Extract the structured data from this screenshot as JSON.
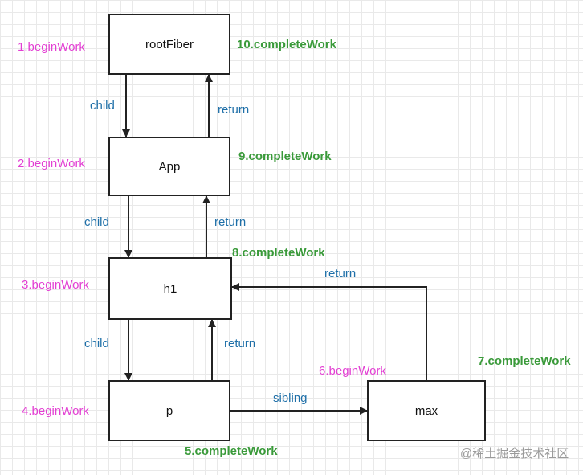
{
  "nodes": {
    "rootFiber": "rootFiber",
    "app": "App",
    "h1": "h1",
    "p": "p",
    "max": "max"
  },
  "begin_work": {
    "rootFiber": "1.beginWork",
    "app": "2.beginWork",
    "h1": "3.beginWork",
    "p": "4.beginWork",
    "max": "6.beginWork"
  },
  "complete_work": {
    "p": "5.completeWork",
    "max": "7.completeWork",
    "h1": "8.completeWork",
    "app": "9.completeWork",
    "rootFiber": "10.completeWork"
  },
  "edges": {
    "root_app_child": "child",
    "app_root_return": "return",
    "app_h1_child": "child",
    "h1_app_return": "return",
    "h1_p_child": "child",
    "p_h1_return": "return",
    "p_max_sibling": "sibling",
    "max_h1_return": "return"
  },
  "watermark": "@稀土掘金技术社区",
  "colors": {
    "begin": "#e33fd3",
    "complete": "#3a9a3a",
    "edge_label": "#1e6fa8",
    "border": "#222222"
  }
}
